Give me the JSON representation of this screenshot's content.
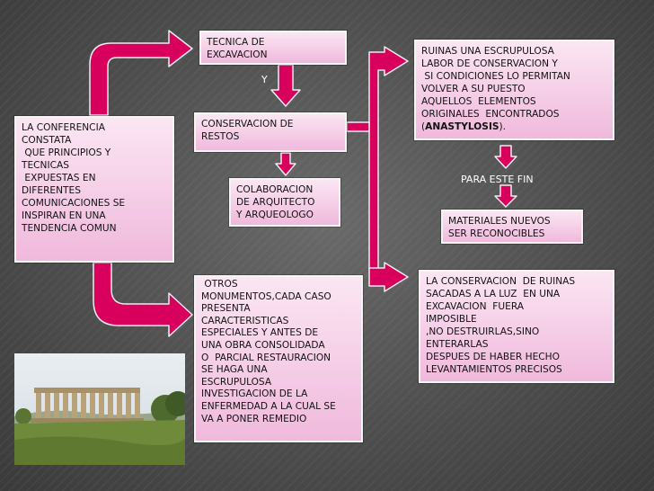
{
  "diagram": {
    "boxes": {
      "left": "LA CONFERENCIA\nCONSTATA\n QUE PRINCIPIOS Y\nTECNICAS\n EXPUESTAS EN\nDIFERENTES\nCOMUNICACIONES SE\nINSPIRAN EN UNA\nTENDENCIA COMUN",
      "tecnica": "TECNICA DE\nEXCAVACION",
      "conservacion": "CONSERVACION DE\nRESTOS",
      "colaboracion": "COLABORACION\nDE ARQUITECTO\nY ARQUEOLOGO",
      "otros": " OTROS\nMONUMENTOS,CADA CASO\nPRESENTA\nCARACTERISTICAS\nESPECIALES Y ANTES DE\nUNA OBRA CONSOLIDADA\nO  PARCIAL RESTAURACION\nSE HAGA UNA\nESCRUPULOSA\nINVESTIGACION DE LA\nENFERMEDAD A LA CUAL SE\nVA A PONER REMEDIO",
      "ruinas_text": "RUINAS UNA ESCRUPULOSA\nLABOR DE CONSERVACION Y\n SI CONDICIONES LO PERMITAN\nVOLVER A SU PUESTO\nAQUELLOS  ELEMENTOS\nORIGINALES  ENCONTRADOS\n(",
      "ruinas_bold": "ANASTYLOSIS",
      "ruinas_end": ").",
      "materiales": "MATERIALES NUEVOS\nSER RECONOCIBLES",
      "conserv_ruinas": "LA CONSERVACION  DE RUINAS\nSACADAS A LA LUZ  EN UNA\nEXCAVACION  FUERA\nIMPOSIBLE\n,NO DESTRUIRLAS,SINO\nENTERARLAS\nDESPUES DE HABER HECHO\nLEVANTAMIENTOS PRECISOS"
    },
    "labels": {
      "y": "Y",
      "para_fin": "PARA ESTE FIN"
    }
  },
  "colors": {
    "arrow": "#d8005c",
    "arrow_border": "#f0f0f0",
    "box_fill_top": "#fbe6f3",
    "box_fill_bottom": "#f0b9dc"
  },
  "image": {
    "subject": "greek-temple-ruins-photo"
  }
}
